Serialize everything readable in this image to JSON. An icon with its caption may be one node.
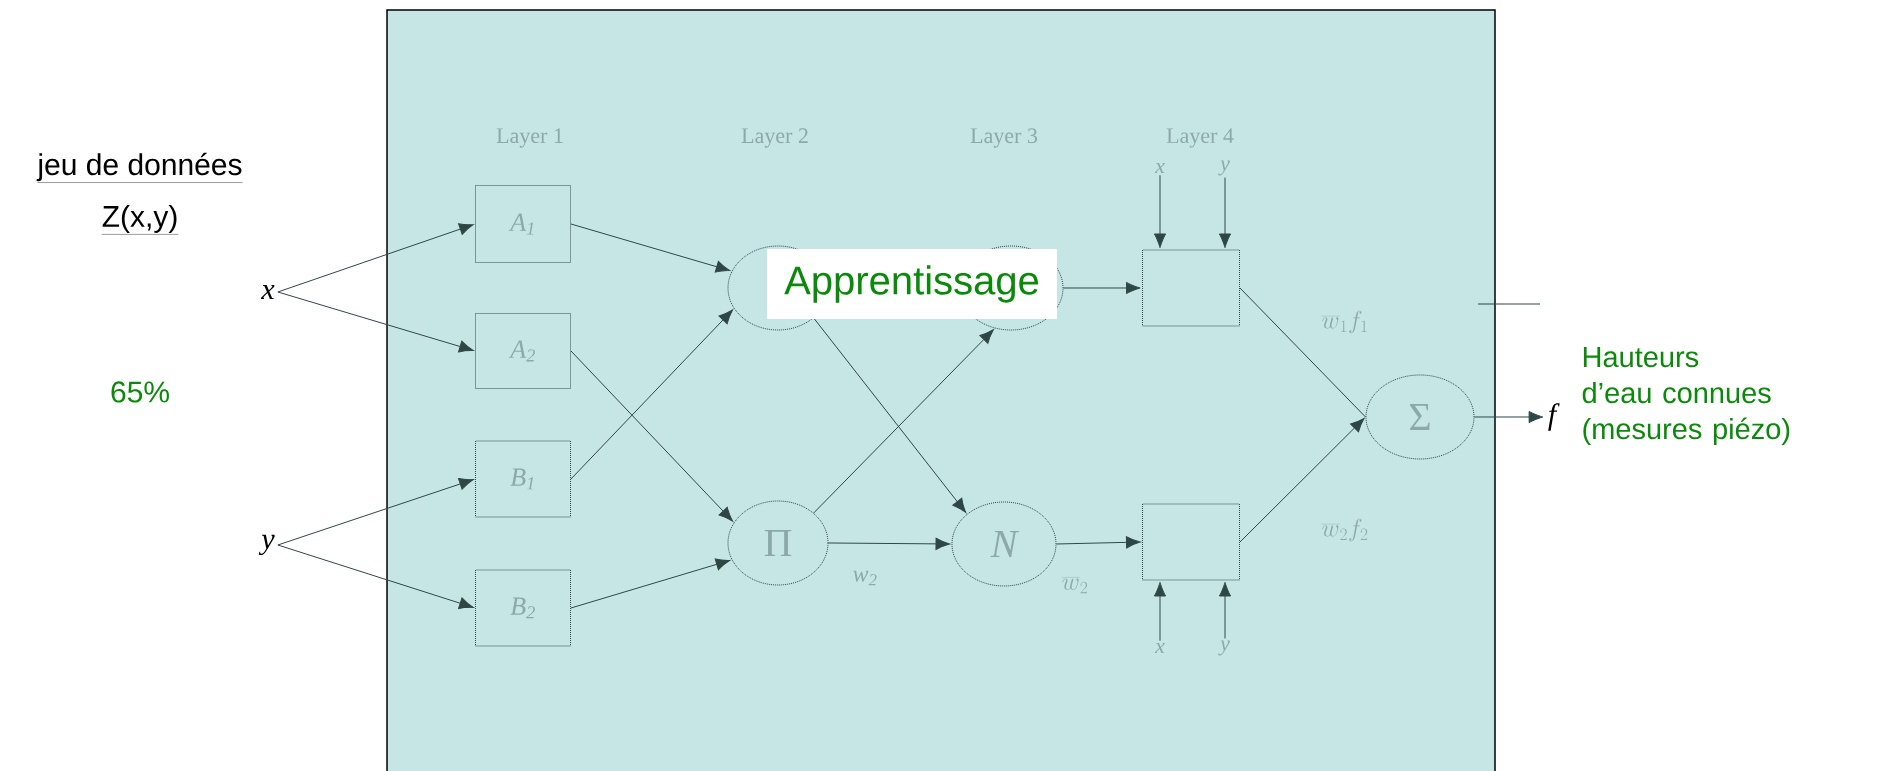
{
  "diagram": {
    "nodes": [
      {
        "text": [
          "x"
        ]
      },
      {
        "text": [
          "y"
        ]
      },
      {
        "text": [
          "A$_{1}$"
        ]
      },
      {
        "text": [
          "A$_{2}$"
        ]
      },
      {
        "text": [
          "B$_{1}$"
        ]
      },
      {
        "text": [
          "B$_{2}$"
        ]
      },
      {
        "text": [],
        "shape": "circle"
      },
      {
        "text": [
          "Π"
        ]
      },
      {
        "text": [],
        "shape": "circle"
      },
      {
        "text": [
          "N"
        ]
      },
      {
        "text": [],
        "shape": "box"
      },
      {
        "text": [],
        "shape": "box"
      },
      {
        "text": [
          "Σ"
        ]
      },
      {
        "text": [
          "f"
        ]
      },
      {
        "text": [
          "x"
        ]
      },
      {
        "text": [
          "y"
        ]
      },
      {
        "text": [
          "x"
        ]
      },
      {
        "text": [
          "y"
        ]
      },
      {
        "text": [
          "Apprentissage"
        ]
      }
    ],
    "edges": [
      {
        "from": 0,
        "to": 2,
        "arrow": "to"
      },
      {
        "from": 0,
        "to": 3,
        "arrow": "to"
      },
      {
        "from": 1,
        "to": 4,
        "arrow": "to"
      },
      {
        "from": 1,
        "to": 5,
        "arrow": "to"
      },
      {
        "from": 2,
        "to": 6,
        "arrow": "to"
      },
      {
        "from": 4,
        "to": 6,
        "arrow": "to"
      },
      {
        "from": 3,
        "to": 7,
        "arrow": "to"
      },
      {
        "from": 5,
        "to": 7,
        "arrow": "to"
      },
      {
        "from": 6,
        "to": 9,
        "arrow": "to"
      },
      {
        "from": 7,
        "to": 8,
        "arrow": "to"
      },
      {
        "from": 7,
        "to": 9,
        "arrow": "to",
        "label": "w$_{2}$"
      },
      {
        "from": 8,
        "to": 10,
        "arrow": "to"
      },
      {
        "from": 9,
        "to": 11,
        "arrow": "to",
        "label": "\\overline{w}_{2}"
      },
      {
        "from": 14,
        "to": 10,
        "arrow": "to"
      },
      {
        "from": 15,
        "to": 10,
        "arrow": "to"
      },
      {
        "from": 16,
        "to": 11,
        "arrow": "to"
      },
      {
        "from": 17,
        "to": 11,
        "arrow": "to"
      },
      {
        "from": 10,
        "to": 12,
        "arrow": "none",
        "label": "\\overline{w}_{1}f_{1}"
      },
      {
        "from": 11,
        "to": 12,
        "arrow": "to",
        "label": "\\overline{w}_{2}f_{2}"
      },
      {
        "from": 12,
        "to": 13,
        "arrow": "to"
      }
    ],
    "labels": [
      "jeu de données",
      "Z(x,y)",
      "65%",
      "Layer 1",
      "Layer 2",
      "Layer 3",
      "Layer 4",
      "Hauteurs d’eau connues (mesures piézo)"
    ]
  }
}
